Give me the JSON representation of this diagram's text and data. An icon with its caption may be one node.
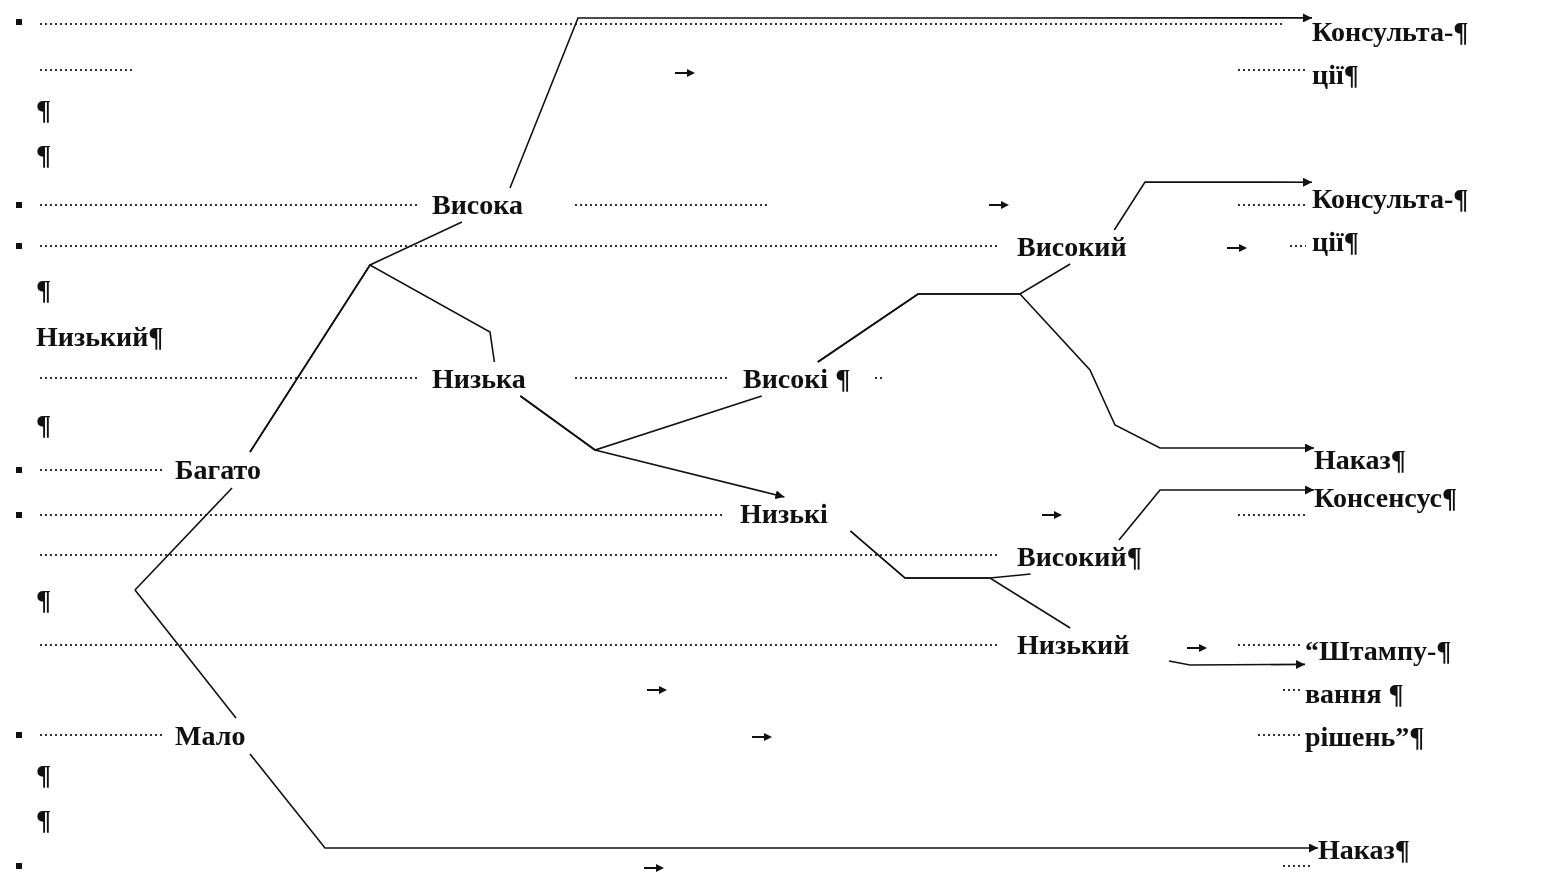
{
  "diagram": {
    "nodes": [
      {
        "text": [
          "Консульта-¶ ції¶"
        ]
      },
      {
        "text": [
          "Висока"
        ]
      },
      {
        "text": [
          "Консульта-¶ ції¶"
        ]
      },
      {
        "text": [
          "Високий"
        ]
      },
      {
        "text": [
          "Низька"
        ]
      },
      {
        "text": [
          "Високі ¶"
        ]
      },
      {
        "text": [
          "Наказ¶"
        ]
      },
      {
        "text": [
          "Багато"
        ]
      },
      {
        "text": [
          "Низькі"
        ]
      },
      {
        "text": [
          "Консенсус¶"
        ]
      },
      {
        "text": [
          "Високий¶"
        ]
      },
      {
        "text": [
          "Низький"
        ]
      },
      {
        "text": [
          "“Штампу-¶ вання ¶ рішень”¶"
        ]
      },
      {
        "text": [
          "Мало"
        ]
      },
      {
        "text": [
          "Наказ¶"
        ]
      }
    ],
    "edges": [
      {
        "from": null,
        "to": 7,
        "arrow": "none"
      },
      {
        "from": null,
        "to": 13,
        "arrow": "none"
      },
      {
        "from": 13,
        "to": 14,
        "arrow": "to"
      },
      {
        "from": 7,
        "to": 1,
        "arrow": "none"
      },
      {
        "from": 7,
        "to": 4,
        "arrow": "none"
      },
      {
        "from": 1,
        "to": 0,
        "arrow": "to"
      },
      {
        "from": 4,
        "to": 5,
        "arrow": "none"
      },
      {
        "from": 4,
        "to": 8,
        "arrow": "to"
      },
      {
        "from": 5,
        "to": 3,
        "arrow": "none"
      },
      {
        "from": 5,
        "to": 6,
        "arrow": "to"
      },
      {
        "from": 3,
        "to": 2,
        "arrow": "to"
      },
      {
        "from": 8,
        "to": 10,
        "arrow": "none"
      },
      {
        "from": 8,
        "to": 11,
        "arrow": "none"
      },
      {
        "from": 10,
        "to": 9,
        "arrow": "to"
      },
      {
        "from": 11,
        "to": 12,
        "arrow": "to"
      }
    ],
    "labels": [
      "¶",
      "¶",
      "¶",
      "Низький¶",
      "¶",
      "¶",
      "¶",
      "¶"
    ]
  }
}
